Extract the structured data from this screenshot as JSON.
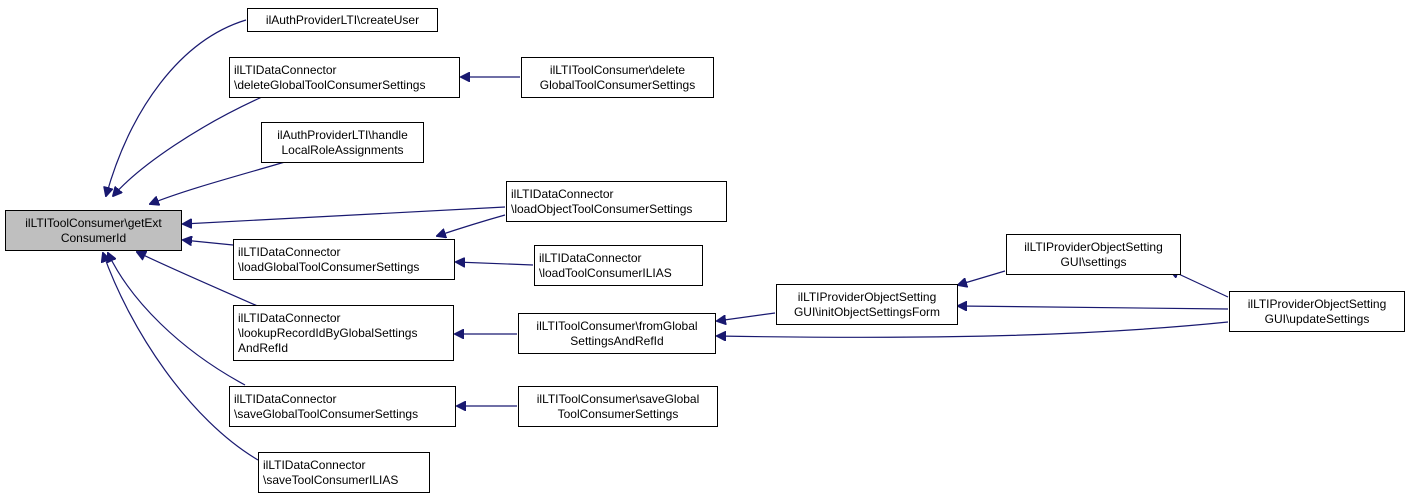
{
  "colors": {
    "edge": "#191970",
    "root_fill": "#bfbfbf",
    "node_fill": "#ffffff",
    "border": "#000000"
  },
  "nodes": {
    "root": "ilLTIToolConsumer\\getExt\nConsumerId",
    "createUser": "ilAuthProviderLTI\\createUser",
    "deleteGlobalDC": "ilLTIDataConnector\n\\deleteGlobalToolConsumerSettings",
    "deleteGlobalTC": "ilLTIToolConsumer\\delete\nGlobalToolConsumerSettings",
    "handleLocal": "ilAuthProviderLTI\\handle\nLocalRoleAssignments",
    "loadObject": "ilLTIDataConnector\n\\loadObjectToolConsumerSettings",
    "loadGlobal": "ilLTIDataConnector\n\\loadGlobalToolConsumerSettings",
    "loadILIAS": "ilLTIDataConnector\n\\loadToolConsumerILIAS",
    "lookupRecord": "ilLTIDataConnector\n\\lookupRecordIdByGlobalSettings\nAndRefId",
    "fromGlobal": "ilLTIToolConsumer\\fromGlobal\nSettingsAndRefId",
    "initForm": "ilLTIProviderObjectSetting\nGUI\\initObjectSettingsForm",
    "settingsGUI": "ilLTIProviderObjectSetting\nGUI\\settings",
    "updateSettings": "ilLTIProviderObjectSetting\nGUI\\updateSettings",
    "saveGlobalDC": "ilLTIDataConnector\n\\saveGlobalToolConsumerSettings",
    "saveGlobalTC": "ilLTIToolConsumer\\saveGlobal\nToolConsumerSettings",
    "saveILIAS": "ilLTIDataConnector\n\\saveToolConsumerILIAS"
  }
}
